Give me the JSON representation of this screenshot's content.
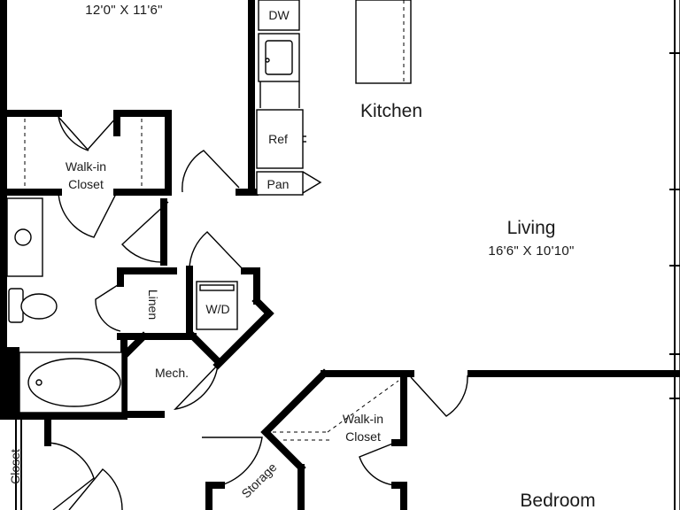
{
  "rooms": {
    "top_left_dim": "12'0\" X 11'6\"",
    "kitchen": "Kitchen",
    "living": "Living",
    "living_dim": "16'6\" X 10'10\"",
    "walkin_closet_1": [
      "Walk-in",
      "Closet"
    ],
    "walkin_closet_2": [
      "Walk-in",
      "Closet"
    ],
    "linen": "Linen",
    "mech": "Mech.",
    "storage": "Storage",
    "closet": "Closet",
    "bedroom": "Bedroom"
  },
  "fixtures": {
    "dw": "DW",
    "ref": "Ref",
    "pan": "Pan",
    "wd": "W/D"
  }
}
